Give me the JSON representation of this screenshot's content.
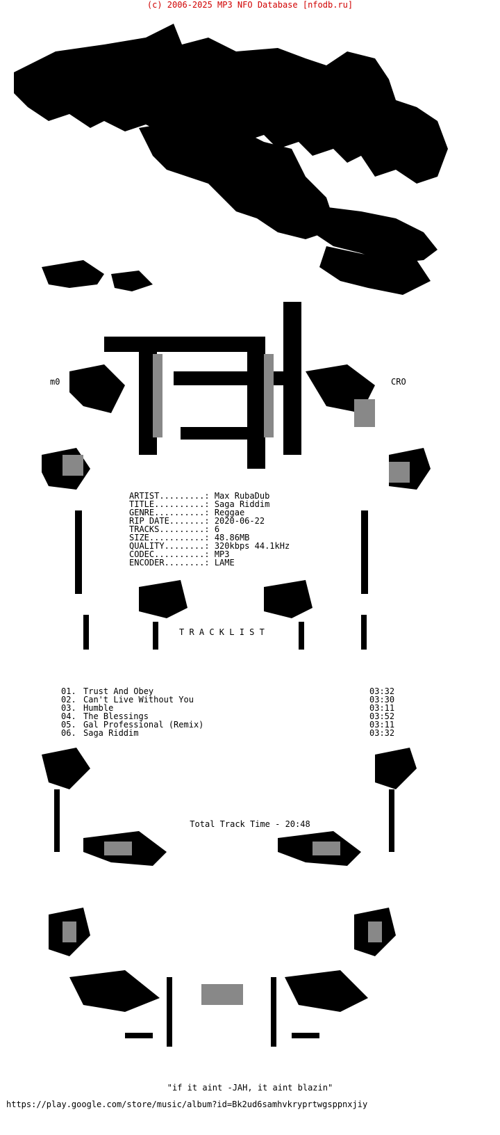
{
  "header": {
    "copyright": "(c) 2006-2025 MP3 NFO Database [nfodb.ru]",
    "copyright_color": "#d00000"
  },
  "side_tags": {
    "left": "m0",
    "right": "CRO"
  },
  "info": [
    {
      "label": "ARTIST.........:",
      "value": "Max RubaDub"
    },
    {
      "label": "TITLE..........:",
      "value": "Saga Riddim"
    },
    {
      "label": "GENRE..........:",
      "value": "Reggae"
    },
    {
      "label": "RIP DATE.......:",
      "value": "2020-06-22"
    },
    {
      "label": "TRACKS.........:",
      "value": "6"
    },
    {
      "label": "SIZE...........:",
      "value": "48.86MB"
    },
    {
      "label": "QUALITY........:",
      "value": "320kbps 44.1kHz"
    },
    {
      "label": "CODEC..........:",
      "value": "MP3"
    },
    {
      "label": "ENCODER........:",
      "value": "LAME"
    }
  ],
  "tracklist_heading": "T R A C K L I S T",
  "tracks": [
    {
      "num": "01.",
      "title": "Trust And Obey",
      "time": "03:32"
    },
    {
      "num": "02.",
      "title": "Can't Live Without You",
      "time": "03:30"
    },
    {
      "num": "03.",
      "title": "Humble",
      "time": "03:11"
    },
    {
      "num": "04.",
      "title": "The Blessings",
      "time": "03:52"
    },
    {
      "num": "05.",
      "title": "Gal Professional (Remix)",
      "time": "03:11"
    },
    {
      "num": "06.",
      "title": "Saga Riddim",
      "time": "03:32"
    }
  ],
  "total_time": "Total Track Time - 20:48",
  "quote": "\"if it aint -JAH, it aint blazin\"",
  "footer_url": "https://play.google.com/store/music/album?id=Bk2ud6samhvkryprtwgsppnxjiy"
}
